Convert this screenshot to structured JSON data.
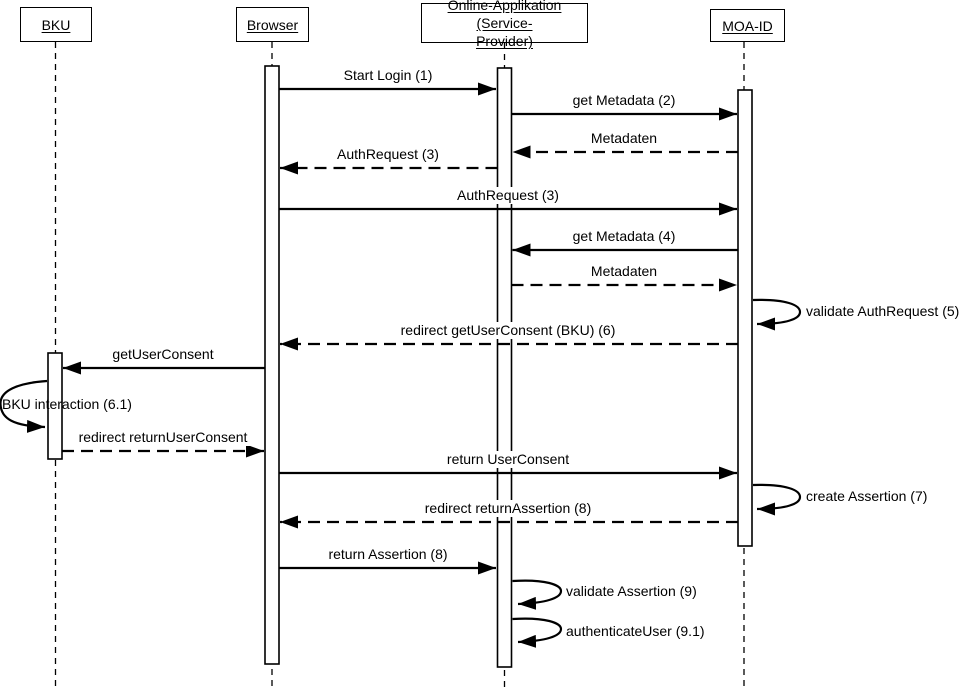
{
  "diagram": {
    "type": "uml-sequence-diagram",
    "colors": {
      "line": "#000000",
      "background": "#ffffff",
      "text": "#000000"
    },
    "actors": [
      {
        "id": "bku",
        "label": "BKU"
      },
      {
        "id": "browser",
        "label": "Browser"
      },
      {
        "id": "online-app",
        "label": "Online-Applikation (Service-Provider)",
        "label_lines": [
          "Online-Applikation (Service-",
          "Provider)"
        ]
      },
      {
        "id": "moa-id",
        "label": "MOA-ID"
      }
    ],
    "messages": [
      {
        "label": "Start Login (1)",
        "from": "Browser",
        "to": "Online-Applikation (Service-Provider)",
        "style": "solid"
      },
      {
        "label": "get Metadata (2)",
        "from": "Online-Applikation (Service-Provider)",
        "to": "MOA-ID",
        "style": "solid"
      },
      {
        "label": "Metadaten",
        "from": "MOA-ID",
        "to": "Online-Applikation (Service-Provider)",
        "style": "dashed"
      },
      {
        "label": "AuthRequest (3)",
        "from": "Online-Applikation (Service-Provider)",
        "to": "Browser",
        "style": "dashed"
      },
      {
        "label": "AuthRequest (3)",
        "from": "Browser",
        "to": "MOA-ID",
        "style": "solid"
      },
      {
        "label": "get Metadata (4)",
        "from": "MOA-ID",
        "to": "Online-Applikation (Service-Provider)",
        "style": "solid"
      },
      {
        "label": "Metadaten",
        "from": "Online-Applikation (Service-Provider)",
        "to": "MOA-ID",
        "style": "dashed"
      },
      {
        "label": "validate AuthRequest (5)",
        "from": "MOA-ID",
        "to": "MOA-ID",
        "style": "self-loop"
      },
      {
        "label": "redirect getUserConsent (BKU) (6)",
        "from": "MOA-ID",
        "to": "Browser",
        "style": "dashed"
      },
      {
        "label": "getUserConsent",
        "from": "Browser",
        "to": "BKU",
        "style": "solid"
      },
      {
        "label": "BKU interaction (6.1)",
        "from": "BKU",
        "to": "BKU",
        "style": "self-loop"
      },
      {
        "label": "redirect returnUserConsent",
        "from": "BKU",
        "to": "Browser",
        "style": "dashed"
      },
      {
        "label": "return UserConsent",
        "from": "Browser",
        "to": "MOA-ID",
        "style": "solid"
      },
      {
        "label": "create Assertion (7)",
        "from": "MOA-ID",
        "to": "MOA-ID",
        "style": "self-loop"
      },
      {
        "label": "redirect returnAssertion (8)",
        "from": "MOA-ID",
        "to": "Browser",
        "style": "dashed"
      },
      {
        "label": "return Assertion (8)",
        "from": "Browser",
        "to": "Online-Applikation (Service-Provider)",
        "style": "solid"
      },
      {
        "label": "validate Assertion (9)",
        "from": "Online-Applikation (Service-Provider)",
        "to": "Online-Applikation (Service-Provider)",
        "style": "self-loop"
      },
      {
        "label": "authenticateUser (9.1)",
        "from": "Online-Applikation (Service-Provider)",
        "to": "Online-Applikation (Service-Provider)",
        "style": "self-loop"
      }
    ]
  }
}
